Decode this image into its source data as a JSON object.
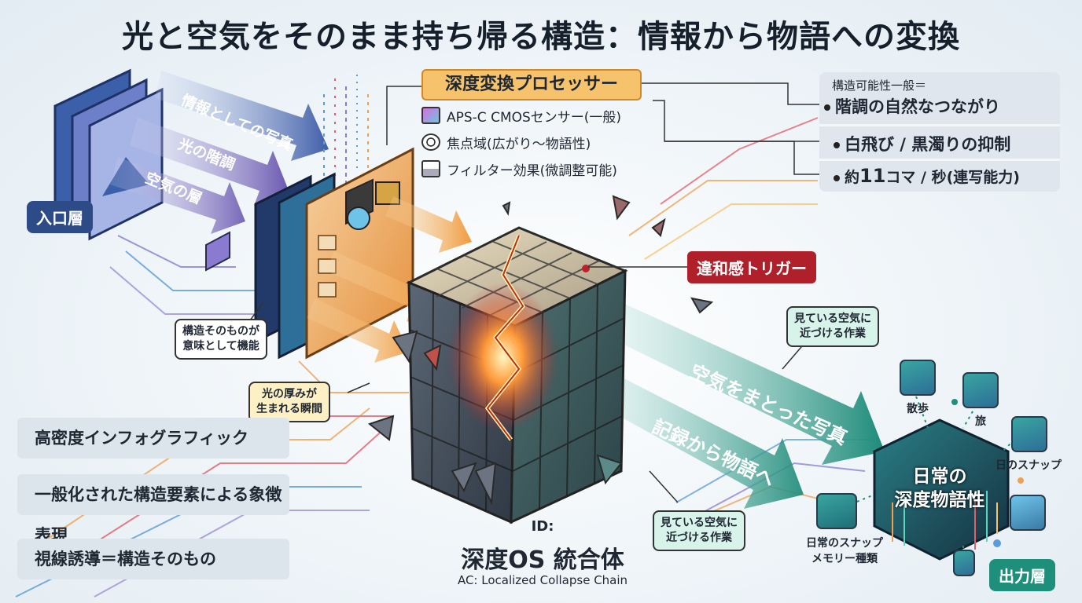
{
  "title": "光と空気をそのまま持ち帰る構造：情報から物語への変換",
  "entry_layer": "入口層",
  "output_layer": "出力層",
  "input_arrows": [
    "情報としての写真",
    "光の階調",
    "空気の層"
  ],
  "processor": {
    "title": "深度変換プロセッサー",
    "items": [
      {
        "label": "APS-C CMOSセンサー(一般)",
        "icon": "sensor-icon"
      },
      {
        "label": "焦点域(広がり〜物語性)",
        "icon": "focus-ring-icon"
      },
      {
        "label": "フィルター効果(微調整可能)",
        "icon": "image-filter-icon"
      }
    ]
  },
  "right_box": {
    "line1a": "構造可能性一般＝",
    "line1b": "階調の自然なつながり",
    "line2": "白飛び / 黒濁りの抑制",
    "line3_prefix": "約",
    "line3_num": "11",
    "line3_suffix": "コマ / 秒(連写能力)"
  },
  "trigger": "違和感トリガー",
  "callouts": {
    "structure_meaning": [
      "構造そのものが",
      "意味として機能"
    ],
    "light_thickness": [
      "光の厚みが",
      "生まれる瞬間"
    ],
    "air_work_top": [
      "見ている空気に",
      "近づける作業"
    ],
    "air_work_bottom": [
      "見ている空気に",
      "近づける作業"
    ]
  },
  "left_boxes": [
    "高密度インフォグラフィック",
    "一般化された構造要素による象徴表現",
    "視線誘導＝構造そのもの"
  ],
  "output_arrows": [
    "空気をまとった写真",
    "記録から物語へ"
  ],
  "id_block": {
    "id": "ID:",
    "name": "深度OS 統合体",
    "ac": "AC: Localized Collapse Chain"
  },
  "output_node": {
    "line1": "日常の",
    "line2": "深度物語性"
  },
  "output_items": [
    {
      "label": "散歩",
      "icon": "walking-dog-icon"
    },
    {
      "label": "旅",
      "icon": "mountain-icon"
    },
    {
      "label": "日のスナップ",
      "icon": "landscape-icon"
    },
    {
      "label": "",
      "icon": "picture-icon"
    },
    {
      "label": "",
      "icon": "location-pin-icon"
    }
  ],
  "memory_label": [
    "日常のスナップ",
    "メモリー種類"
  ],
  "colors": {
    "navy": "#2d4b86",
    "teal": "#1e8f7a",
    "red": "#b0202a",
    "orange": "#f0a050",
    "gold": "#f6c36c"
  }
}
